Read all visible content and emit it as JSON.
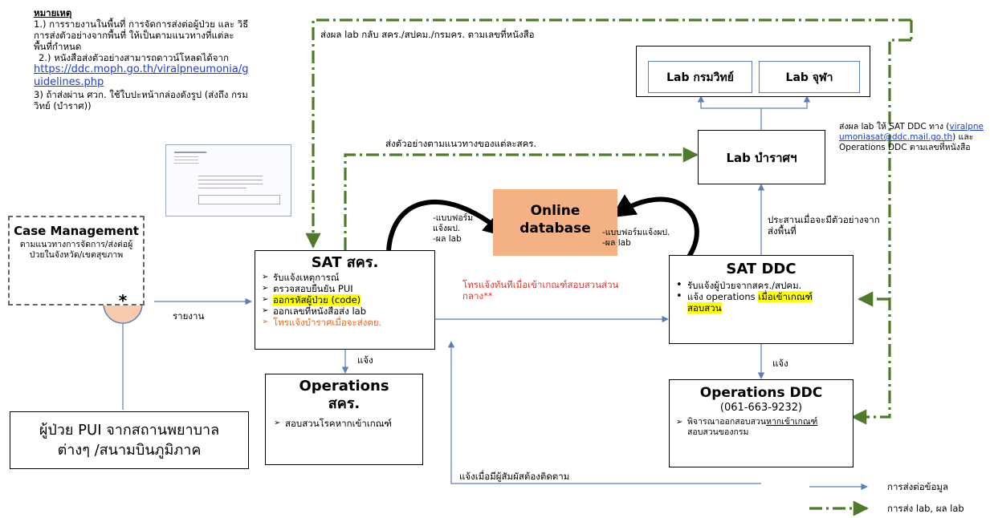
{
  "notes": {
    "heading": "หมายเหตุ",
    "line1": "1.) การรายงานในพื้นที่ การจัดการส่งต่อผู้ป่วย และ วิธีการส่งตัวอย่างจากพื้นที่ ให้เป็นตามแนวทางที่แต่ละพื้นที่กำหนด",
    "line2": "2.) หนังสือส่งตัวอย่างสามารถดาวน์โหลดได้จาก",
    "link": "https://ddc.moph.go.th/viralpneumonia/guidelines.php",
    "line3": "3) ถ้าส่งผ่าน ศวก. ใช้ใบปะหน้ากล่องดังรูป (ส่งถึง กรมวิทย์ (บำราศ))"
  },
  "case_management": {
    "title": "Case Management",
    "desc": "ตามแนวทางการจัดการ/ส่งต่อผู้ป่วยในจังหวัด/เขตสุขภาพ",
    "star": "*"
  },
  "patient_box": {
    "text": "ผู้ป่วย PUI จากสถานพยาบาลต่างๆ /สนามบินภูมิภาค"
  },
  "sat_province": {
    "title": "SAT สคร.",
    "items": [
      "รับแจ้งเหตุการณ์",
      "ตรวจสอบยืนยัน PUI",
      "ออกรหัสผู้ป่วย (code)",
      "ออกเลขที่หนังสือส่ง lab",
      "โทรแจ้งบำราศเมื่อจะส่งตย."
    ]
  },
  "ops_province": {
    "title": "Operations สคร.",
    "item": "สอบสวนโรคหากเข้าเกณฑ์"
  },
  "online_db": {
    "title": "Online database"
  },
  "sat_ddc": {
    "title": "SAT DDC",
    "item1": "รับแจ้งผู้ป่วยจากสคร./สปคม.",
    "item2_prefix": "แจ้ง operations ",
    "item2_highlight": "เมื่อเข้าเกณฑ์สอบสวน"
  },
  "ops_ddc": {
    "title": "Operations DDC",
    "phone": "(061-663-9232)",
    "item_prefix": "พิจารณาออกสอบสวน",
    "item_underline": "หากเข้าเกณฑ์",
    "item_suffix": "สอบสวนของกรม"
  },
  "labs": {
    "dmsc": "Lab กรมวิทย์",
    "chula": "Lab จุฬา",
    "bamrasnaradura": "Lab บำราศฯ"
  },
  "labels": {
    "return_results": "ส่งผล lab กลับ สคร./สปคม./กรมคร. ตามเลขที่หนังสือ",
    "send_samples": "ส่งตัวอย่างตามแนวทางของแต่ละสคร.",
    "form_left": "-แบบฟอร์มแจ้งผป.\n-ผล lab",
    "form_right": "-แบบฟอร์มแจ้งผป.\n-ผล lab",
    "call_immediately": "โทรแจ้งทันทีเมื่อเข้าเกณฑ์สอบสวนส่วนกลาง**",
    "report": "รายงาน",
    "notify_left": "แจ้ง",
    "notify_right": "แจ้ง",
    "coordinate": "ประสานเมื่อจะมีตัวอย่างจากส่งพื้นที่",
    "lab_result_prefix": "ส่งผล lab ให้ SAT DDC ทาง (",
    "lab_result_email": "viralpneumoniasat@ddc.mail.go.th",
    "lab_result_suffix": ") และ Operations DDC ตามเลขที่หนังสือ",
    "contact_trace": "แจ้งเมื่อมีผู้สัมผัสต้องติดตาม"
  },
  "legend": {
    "info": "การส่งต่อข้อมูล",
    "lab": "การส่ง lab, ผล lab"
  },
  "colors": {
    "blue_line": "#5b7fb8",
    "green_line": "#4e7a2a",
    "db_fill": "#f4b183",
    "star_fill": "#f8cbad",
    "highlight": "#ffff00",
    "red_text": "#e8322c",
    "orange_text": "#e8661f",
    "link": "#1a3fd6"
  }
}
